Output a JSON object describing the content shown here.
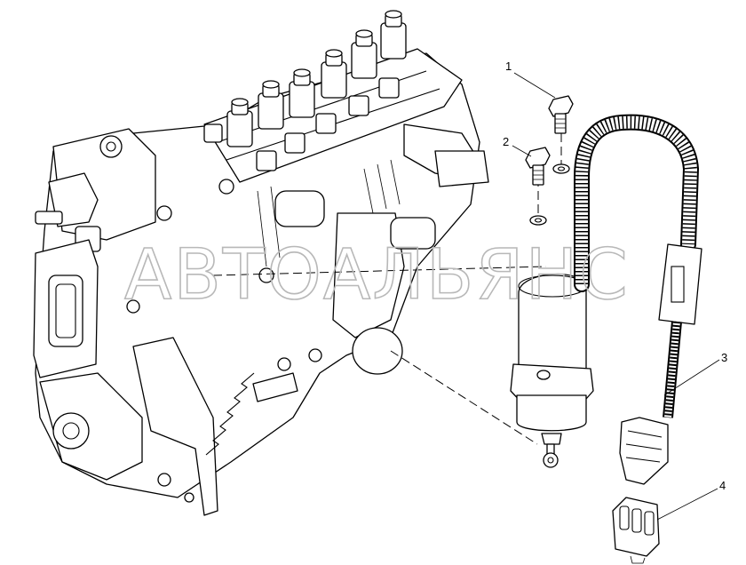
{
  "diagram": {
    "callouts": [
      {
        "id": "1",
        "label": "1"
      },
      {
        "id": "2",
        "label": "2"
      },
      {
        "id": "3",
        "label": "3"
      },
      {
        "id": "4",
        "label": "4"
      }
    ],
    "watermark": "АВТОАЛЬЯНС",
    "colors": {
      "line": "#000000",
      "background": "#ffffff",
      "watermark": "#b8b8b8"
    }
  }
}
